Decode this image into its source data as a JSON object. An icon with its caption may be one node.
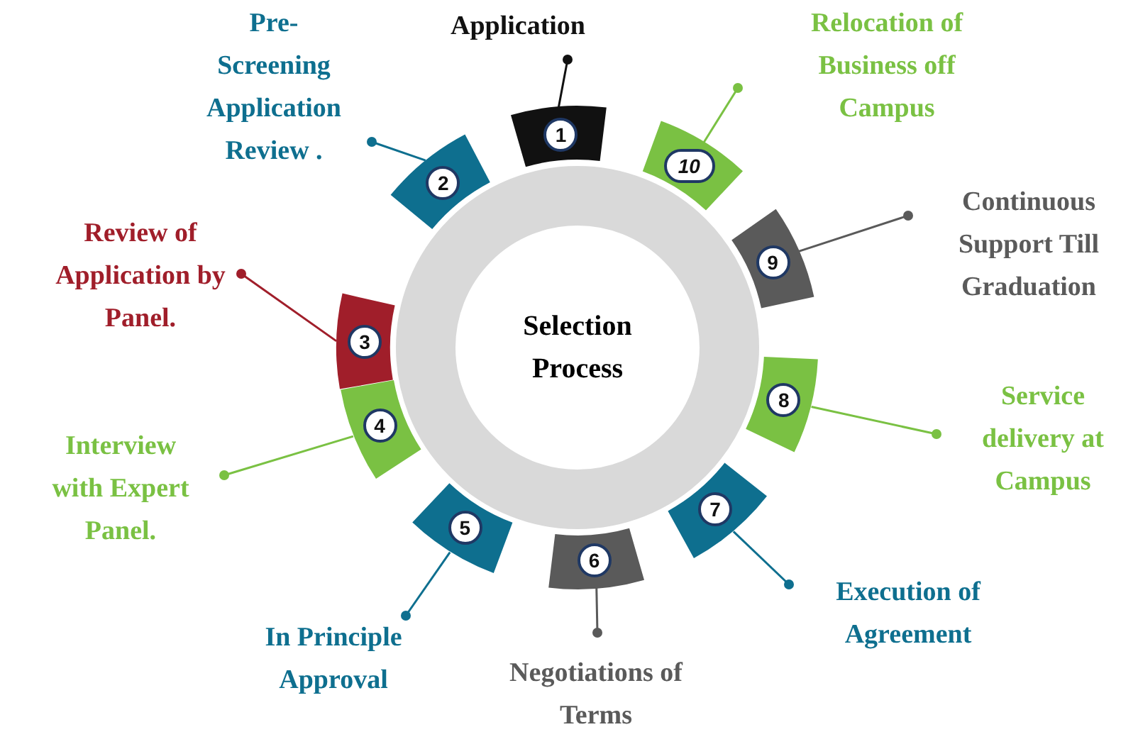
{
  "diagram": {
    "nodes": [
      {
        "text": [
          "Selection Process"
        ]
      },
      {
        "text": [
          "1"
        ]
      },
      {
        "text": [
          "2"
        ]
      },
      {
        "text": [
          "3"
        ]
      },
      {
        "text": [
          "4"
        ]
      },
      {
        "text": [
          "5"
        ]
      },
      {
        "text": [
          "6"
        ]
      },
      {
        "text": [
          "7"
        ]
      },
      {
        "text": [
          "8"
        ]
      },
      {
        "text": [
          "9"
        ]
      },
      {
        "text": [
          "10"
        ]
      },
      {
        "text": [
          "Application"
        ]
      },
      {
        "text": [
          "Pre- Screening Application Review ."
        ]
      },
      {
        "text": [
          "Review of Application by Panel."
        ]
      },
      {
        "text": [
          "Interview with Expert Panel."
        ]
      },
      {
        "text": [
          "In Principle Approval"
        ]
      },
      {
        "text": [
          "Negotiations of Terms"
        ]
      },
      {
        "text": [
          "Execution of Agreement"
        ]
      },
      {
        "text": [
          "Service delivery at Campus"
        ]
      },
      {
        "text": [
          "Continuous Support Till Graduation"
        ]
      },
      {
        "text": [
          "Relocation of Business off Campus"
        ]
      }
    ],
    "edges": [
      {
        "from": 11,
        "to": 1,
        "arrow": "other",
        "color": "#111111"
      },
      {
        "from": 12,
        "to": 2,
        "arrow": "other",
        "color": "#0e6f8f"
      },
      {
        "from": 13,
        "to": 3,
        "arrow": "other",
        "color": "#a01e2a"
      },
      {
        "from": 14,
        "to": 4,
        "arrow": "other",
        "color": "#7ac143"
      },
      {
        "from": 15,
        "to": 5,
        "arrow": "other",
        "color": "#0e6f8f"
      },
      {
        "from": 16,
        "to": 6,
        "arrow": "other",
        "color": "#5a5a5a"
      },
      {
        "from": 17,
        "to": 7,
        "arrow": "other",
        "color": "#0e6f8f"
      },
      {
        "from": 18,
        "to": 8,
        "arrow": "other",
        "color": "#7ac143"
      },
      {
        "from": 19,
        "to": 9,
        "arrow": "other",
        "color": "#5a5a5a"
      },
      {
        "from": 20,
        "to": 10,
        "arrow": "other",
        "color": "#7ac143"
      }
    ]
  }
}
